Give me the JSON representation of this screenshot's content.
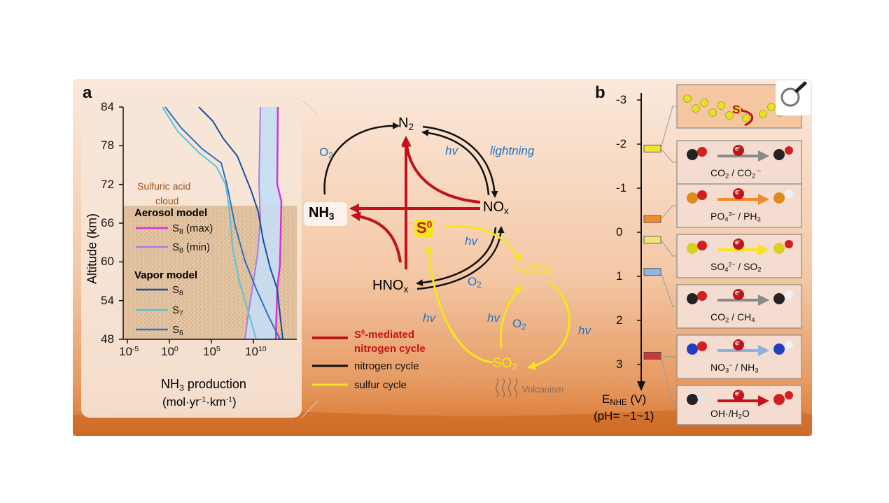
{
  "panel_a": {
    "label": "a",
    "axes": {
      "ylabel": "Altitude (km)",
      "xlabel_line1": "NH",
      "xlabel_sub": "3",
      "xlabel_rest": " production",
      "xlabel_units": "(mol·yr",
      "xlabel_units_sup1": "-1",
      "xlabel_units_mid": "·km",
      "xlabel_units_sup2": "-1",
      "xlabel_units_end": ")",
      "yticks": [
        "84",
        "78",
        "72",
        "66",
        "60",
        "54",
        "48"
      ],
      "xticks": [
        {
          "base": "10",
          "exp": "-5"
        },
        {
          "base": "10",
          "exp": "0"
        },
        {
          "base": "10",
          "exp": "5"
        },
        {
          "base": "10",
          "exp": "10"
        }
      ]
    },
    "cloud_label_1": "Sulfuric acid",
    "cloud_label_2": "cloud",
    "legend": {
      "aerosol_title": "Aerosol model",
      "s8max_base": "S",
      "s8max_sub": "8",
      "s8max_suffix": " (max)",
      "s8min_base": "S",
      "s8min_sub": "8",
      "s8min_suffix": " (min)",
      "vapor_title": "Vapor model",
      "s8_base": "S",
      "s8_sub": "8",
      "s7_base": "S",
      "s7_sub": "7",
      "s6_base": "S",
      "s6_sub": "6"
    },
    "colors": {
      "s8_max": "#d633d6",
      "s8_min": "#a77fe0",
      "band": "#c5def5",
      "s8": "#1a4f9c",
      "s7": "#5bc2d9",
      "s6": "#2e6fc0"
    }
  },
  "cycle": {
    "n2_base": "N",
    "n2_sub": "2",
    "nh3_base": "NH",
    "nh3_sub": "3",
    "nox_base": "NO",
    "nox_sub": "x",
    "hnox_base": "HNO",
    "hnox_sub": "x",
    "s0_base": "S",
    "s0_sup": "0",
    "h2so4_a": "H",
    "h2so4_sub1": "2",
    "h2so4_b": "SO",
    "h2so4_sub2": "4",
    "so2_base": "SO",
    "so2_sub": "2",
    "o2_left_base": "O",
    "o2_left_sub": "2",
    "o2_mid_base": "O",
    "o2_mid_sub": "2",
    "o2_low_base": "O",
    "o2_low_sub": "2",
    "hv_labels": [
      "hv",
      "hv",
      "hv",
      "hv",
      "hv"
    ],
    "lightning": "lightning",
    "volcanism": "Volcanism",
    "legend": {
      "s0_line1_base": "S",
      "s0_line1_sup": "0",
      "s0_line1_rest": "-mediated",
      "s0_line2": "nitrogen cycle",
      "nitrogen": "nitrogen cycle",
      "sulfur": "sulfur cycle"
    },
    "colors": {
      "red": "#c0141a",
      "black": "#111111",
      "yellow": "#f5e51c",
      "blue": "#1f73c4"
    }
  },
  "panel_b": {
    "label": "b",
    "axis_ticks": [
      "-3",
      "-2",
      "-1",
      "0",
      "1",
      "2",
      "3"
    ],
    "axis_label_base": "E",
    "axis_label_sub": "NHE",
    "axis_label_rest": " (V)",
    "axis_label_ph": "(pH= −1~1)",
    "electron_base": "e",
    "electron_sup": "-",
    "s_radical": "S·",
    "boxes": [
      {
        "label": ""
      },
      {
        "a": "CO",
        "a_sub": "2",
        "sep": " / ",
        "b": "CO",
        "b_sub": "2",
        "b_sup": "·−"
      },
      {
        "a": "PO",
        "a_sub": "4",
        "a_sup": "3−",
        "sep": " / ",
        "b": "PH",
        "b_sub": "3"
      },
      {
        "a": "SO",
        "a_sub": "4",
        "a_sup": "2−",
        "sep": " / ",
        "b": "SO",
        "b_sub": "2"
      },
      {
        "a": "CO",
        "a_sub": "2",
        "sep": " / ",
        "b": "CH",
        "b_sub": "4"
      },
      {
        "a": "NO",
        "a_sub": "3",
        "a_sup": "−",
        "sep": " / ",
        "b": "NH",
        "b_sub": "3"
      },
      {
        "a": "OH·/H",
        "a_sub": "2",
        "b": "O"
      }
    ],
    "marker_colors": [
      "#f2e22a",
      "#f08a2c",
      "#efe47a",
      "#8fb5e3",
      "#c83a3a"
    ],
    "arrow_colors": [
      "#8a8a8a",
      "#f08a2c",
      "#f5e51c",
      "#8a8a8a",
      "#8fb0e0",
      "#c0141a"
    ]
  }
}
